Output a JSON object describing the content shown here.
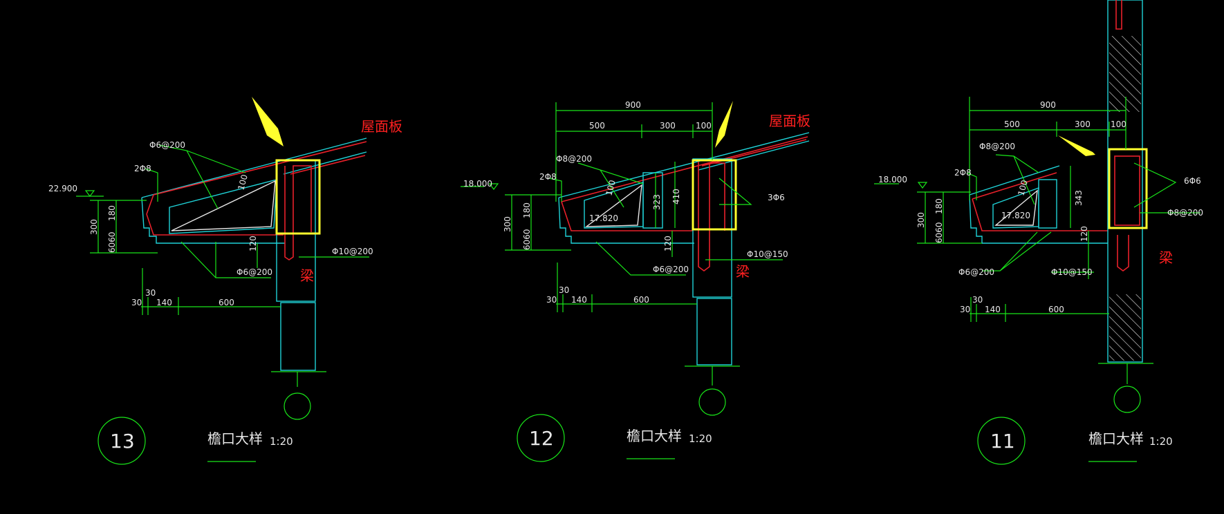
{
  "details": [
    {
      "number": "13",
      "title": "檐口大样",
      "scale": "1:20",
      "roof_label": "屋面板",
      "beam_label": "梁",
      "elevation": "22.900",
      "dims": {
        "d600": "600",
        "d140": "140",
        "d30a": "30",
        "d30b": "30",
        "d300": "300",
        "d180": "180",
        "d6060": "6060",
        "d100": "100",
        "d120": "120"
      },
      "rebar": {
        "top": "Φ6@200",
        "corner": "2Φ8",
        "bottom": "Φ6@200",
        "beam": "Φ10@200"
      }
    },
    {
      "number": "12",
      "title": "檐口大样",
      "scale": "1:20",
      "roof_label": "屋面板",
      "beam_label": "梁",
      "elevation": "18.000",
      "inner_elevation": "17.820",
      "dims": {
        "d900": "900",
        "d500": "500",
        "d300top": "300",
        "d100top": "100",
        "d600": "600",
        "d140": "140",
        "d30a": "30",
        "d30b": "30",
        "d300": "300",
        "d180": "180",
        "d6060": "6060",
        "d100": "100",
        "d120": "120",
        "d323": "323",
        "d410": "410"
      },
      "rebar": {
        "top": "Φ8@200",
        "corner": "2Φ8",
        "bottom": "Φ6@200",
        "beam": "Φ10@150",
        "beam_bars": "3Φ6"
      }
    },
    {
      "number": "11",
      "title": "檐口大样",
      "scale": "1:20",
      "beam_label": "梁",
      "elevation": "18.000",
      "inner_elevation": "17.820",
      "dims": {
        "d900": "900",
        "d500": "500",
        "d300top": "300",
        "d100top": "100",
        "d600": "600",
        "d140": "140",
        "d30a": "30",
        "d30b": "30",
        "d300": "300",
        "d180": "180",
        "d6060": "6060",
        "d100": "100",
        "d120": "120",
        "d343": "343"
      },
      "rebar": {
        "top": "Φ8@200",
        "corner": "2Φ8",
        "bottom": "Φ6@200",
        "beam": "Φ10@150",
        "beam_top": "Φ8@200",
        "beam_bars": "6Φ6"
      }
    }
  ],
  "colors": {
    "background": "#000000",
    "dimension": "#19e619",
    "outline": "#1fd3d8",
    "rebar": "#e8202a",
    "highlight": "#ffff2e",
    "annotation_red": "#ff2020",
    "text": "#e8e8e8"
  }
}
